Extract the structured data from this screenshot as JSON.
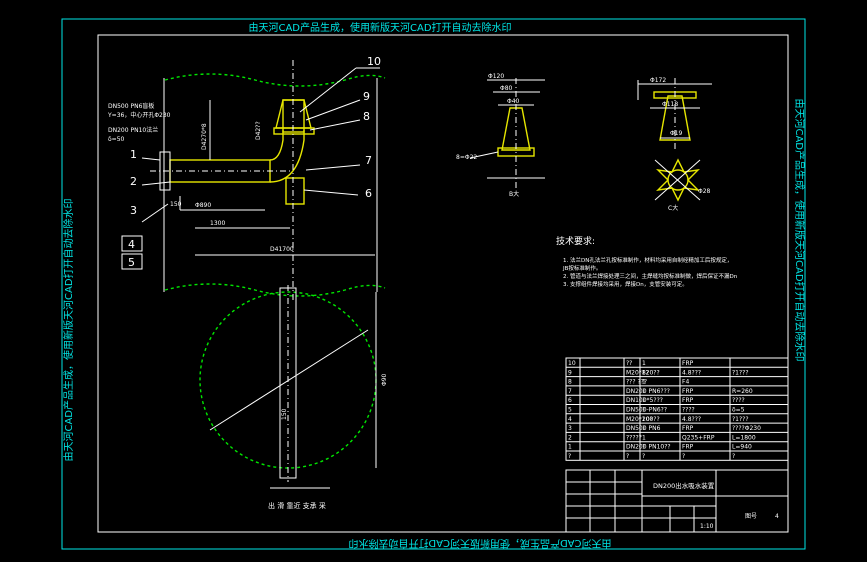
{
  "watermark": "由天河CAD产品生成，使用新版天河CAD打开自动去除水印",
  "balloons": [
    "10",
    "9",
    "8",
    "7",
    "6",
    "1",
    "2",
    "3",
    "4",
    "5"
  ],
  "notes_main": {
    "dn500": "DN500 PN6盲板",
    "hole": "Y=36，中心开孔Φ230",
    "dn200": "DN200 PN10法兰",
    "thk": "δ=50"
  },
  "dims_main": {
    "h_total": "D41700",
    "h_1300": "1300",
    "h_890": "Φ890",
    "h_150": "150",
    "v_1540": "D4270*8",
    "v_top": "D42??"
  },
  "view_b": {
    "d1": "Φ120",
    "d2": "Φ80",
    "d3": "Φ40",
    "side": "8=Φ22",
    "label": "B大"
  },
  "view_c": {
    "d1": "Φ172",
    "d2": "Φ118",
    "d3": "Φ19",
    "d4": "Φ28",
    "label": "C大"
  },
  "bottom_label": "出 滑 靠近 支承 采",
  "bottom_dims": {
    "d": "Φ90",
    "w": "150"
  },
  "tech": {
    "title": "技术要求:",
    "lines": [
      "1. 法兰DN孔法兰孔按标准制作，材料均采用自制经精加工后按规定，",
      "   JB按标准制作。",
      "2. 管道与法兰焊接处理三之间，主焊缝均按标准制做，焊后保证不漏Dn",
      "3. 支撑组件焊接均采用，焊接Dn，支管安装可定。"
    ]
  },
  "bom": [
    [
      "10",
      "??",
      "1",
      "FRP",
      ""
    ],
    [
      "9",
      "M20*120??",
      "8?",
      "4.8???",
      "?1???"
    ],
    [
      "8",
      "??? ???",
      "1",
      "F4",
      ""
    ],
    [
      "7",
      "DN200 PN6???",
      "1",
      "FRP",
      "R=260"
    ],
    [
      "6",
      "DN100*5???",
      "1",
      "FRP",
      "????"
    ],
    [
      "5",
      "DN500-PN6??",
      "1",
      "????",
      "δ=5"
    ],
    [
      "4",
      "M20*100??",
      "20?",
      "4.8???",
      "?1???"
    ],
    [
      "3",
      "DN500 PN6",
      "1",
      "FRP",
      "????Φ230"
    ],
    [
      "2",
      "?????",
      "1",
      "Q235+FRP",
      "L=1800"
    ],
    [
      "1",
      "DN200 PN10??",
      "1",
      "FRP",
      "L=940"
    ]
  ],
  "bom_header": [
    "?",
    "?",
    "?",
    "?",
    "?"
  ],
  "title_block": {
    "name": "DN200出水吸水装置",
    "scale": "1:10",
    "sheet": "图号",
    "mark": "4"
  }
}
